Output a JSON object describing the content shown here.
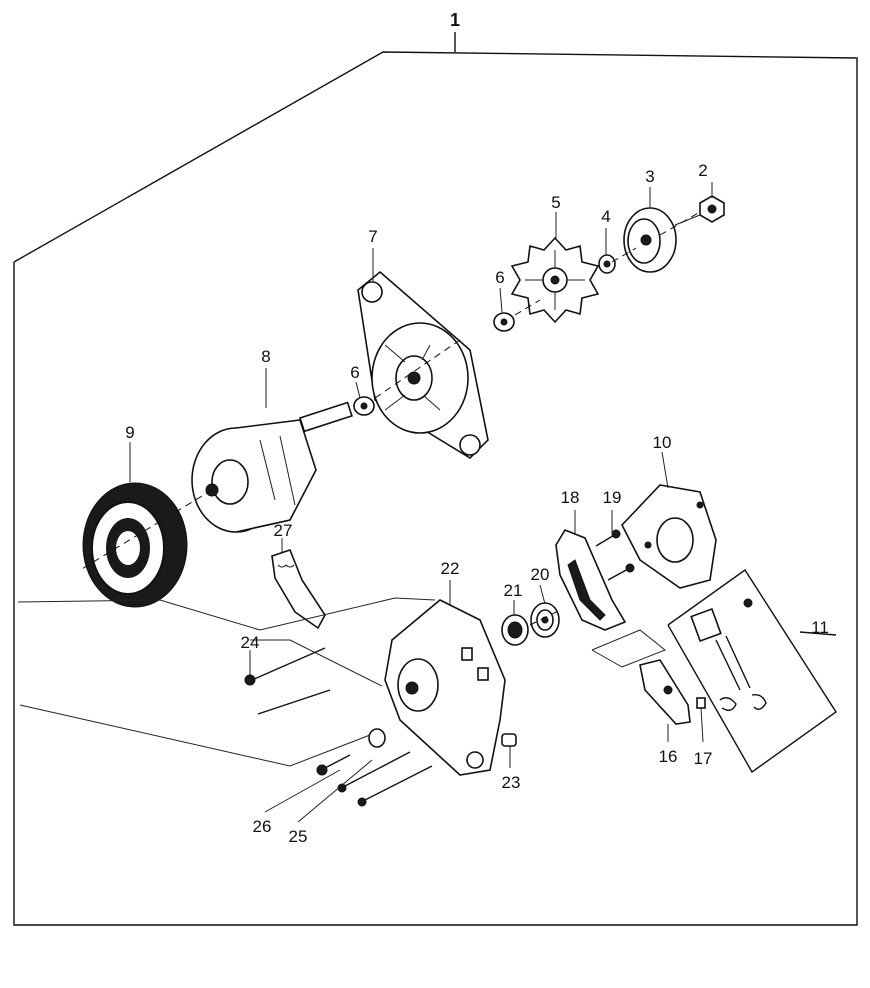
{
  "labels": {
    "l1": "1",
    "l2": "2",
    "l3": "3",
    "l4": "4",
    "l5": "5",
    "l6a": "6",
    "l6b": "6",
    "l7": "7",
    "l8": "8",
    "l9": "9",
    "l10": "10",
    "l11": "11",
    "l16": "16",
    "l17": "17",
    "l18": "18",
    "l19": "19",
    "l20": "20",
    "l21": "21",
    "l22": "22",
    "l23": "23",
    "l24": "24",
    "l25": "25",
    "l26": "26",
    "l27": "27"
  }
}
